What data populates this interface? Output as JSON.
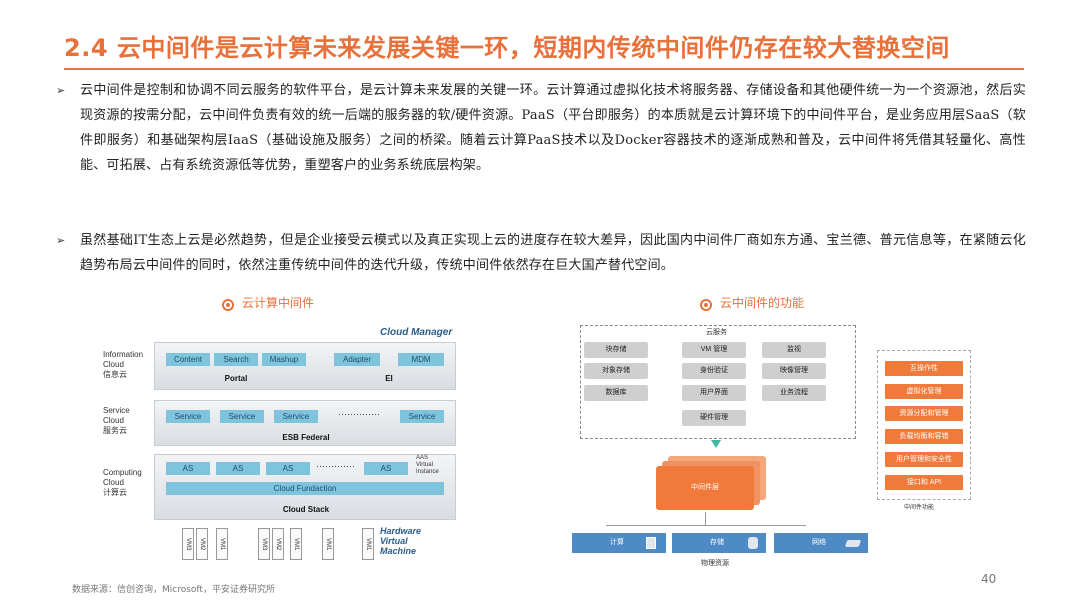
{
  "title": "2.4 云中间件是云计算未来发展关键一环，短期内传统中间件仍存在较大替换空间",
  "bullets": [
    "云中间件是控制和协调不同云服务的软件平台，是云计算未来发展的关键一环。云计算通过虚拟化技术将服务器、存储设备和其他硬件统一为一个资源池，然后实现资源的按需分配，云中间件负责有效的统一后端的服务器的软/硬件资源。PaaS（平台即服务）的本质就是云计算环境下的中间件平台，是业务应用层SaaS（软件即服务）和基础架构层IaaS（基础设施及服务）之间的桥梁。随着云计算PaaS技术以及Docker容器技术的逐渐成熟和普及，云中间件将凭借其轻量化、高性能、可拓展、占有系统资源低等优势，重塑客户的业务系统底层构架。",
    "虽然基础IT生态上云是必然趋势，但是企业接受云模式以及真正实现上云的进度存在较大差异，因此国内中间件厂商如东方通、宝兰德、普元信息等，在紧随云化趋势布局云中间件的同时，依然注重传统中间件的迭代升级，传统中间件依然存在巨大国产替代空间。"
  ],
  "bullet_marker": "➢",
  "left_caption": "云计算中间件",
  "right_caption": "云中间件的功能",
  "left_diagram": {
    "cloud_manager": "Cloud Manager",
    "info_label": "Information\nCloud\n信息云",
    "info_cells": [
      "Content",
      "Search",
      "Mashup",
      "Adapter",
      "MDM"
    ],
    "portal": "Portal",
    "ei": "EI",
    "service_label": "Service\nCloud\n服务云",
    "service_cells": [
      "Service",
      "Service",
      "Service",
      "Service"
    ],
    "dots": "··············",
    "esb": "ESB Federal",
    "computing_label": "Computing\nCloud\n计算云",
    "as_cells": [
      "AS",
      "AS",
      "AS",
      "AS"
    ],
    "as_dots": "·············",
    "aas": "AAS\nVirtual\nInstance",
    "foundation": "Cloud Fundaction",
    "stack": "Cloud Stack",
    "vms": [
      "VM3",
      "VM2",
      "VM1",
      "VM3",
      "VM2",
      "VM1",
      "VM1",
      "VM1"
    ],
    "hardware": "Hardware\nVirtual\nMachine"
  },
  "right_diagram": {
    "cloud_services": "云服务",
    "services": [
      "块存储",
      "VM 管理",
      "监视",
      "对象存储",
      "身份验证",
      "映像管理",
      "数据库",
      "用户界面",
      "业务流程",
      "硬件管理"
    ],
    "middleware": "中间件层",
    "functions": [
      "互操作性",
      "虚拟化管理",
      "资源分配和管理",
      "负载均衡和容错",
      "用户管理和安全性",
      "接口和 API"
    ],
    "functions_label": "中间件功能",
    "physical": [
      "计算",
      "存储",
      "网络"
    ],
    "physical_label": "物理资源"
  },
  "source": "数据来源：信创咨询，Microsoft，平安证券研究所",
  "page_number": "40",
  "colors": {
    "accent": "#e8703a",
    "cell_blue": "#7fc4dd",
    "phys_blue": "#4e8ac6",
    "func_orange": "#f07a3c"
  }
}
